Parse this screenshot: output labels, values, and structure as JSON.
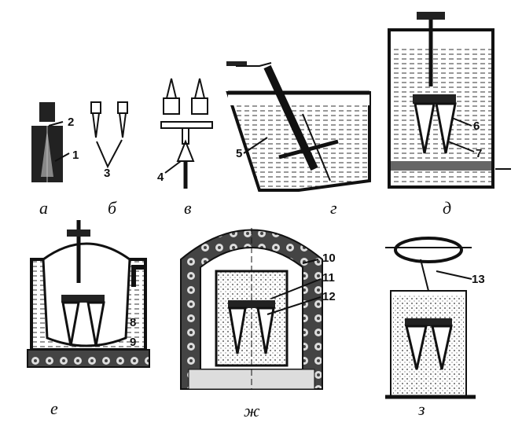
{
  "figure": {
    "stage_labels": [
      "а",
      "б",
      "в",
      "г",
      "д",
      "е",
      "ж",
      "з"
    ],
    "part_numbers": [
      "1",
      "2",
      "3",
      "4",
      "5",
      "6",
      "7",
      "8",
      "9",
      "10",
      "11",
      "12",
      "13"
    ]
  }
}
